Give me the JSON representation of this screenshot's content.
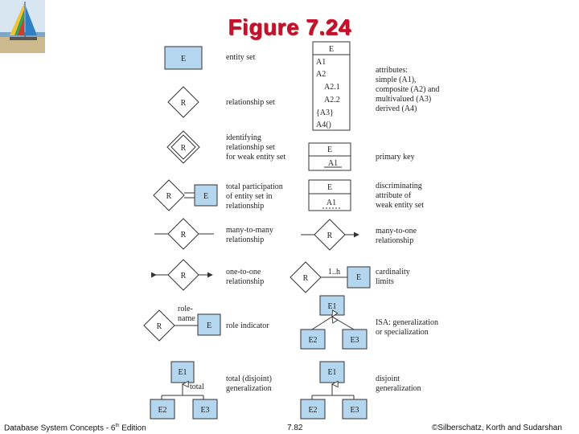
{
  "title": "Figure 7.24",
  "labels": {
    "entity_set": "entity set",
    "relationship_set": "relationship set",
    "identifying_rel": [
      "identifying",
      "relationship set",
      "for weak entity set"
    ],
    "total_participation": [
      "total participation",
      "of entity set in",
      "relationship"
    ],
    "many_to_many": [
      "many-to-many",
      "relationship"
    ],
    "one_to_one": [
      "one-to-one",
      "relationship"
    ],
    "role_indicator": "role indicator",
    "total_disjoint": [
      "total (disjoint)",
      "generalization"
    ],
    "attributes": [
      "attributes:",
      "simple (A1),",
      "composite (A2) and",
      "multivalued (A3)",
      "derived (A4)"
    ],
    "primary_key": "primary key",
    "discriminating": [
      "discriminating",
      "attribute of",
      "weak entity set"
    ],
    "many_to_one": [
      "many-to-one",
      "relationship"
    ],
    "cardinality": [
      "cardinality",
      "limits"
    ],
    "isa": [
      "ISA: generalization",
      "or specialization"
    ],
    "disjoint": [
      "disjoint",
      "generalization"
    ]
  },
  "symbols": {
    "E": "E",
    "R": "R",
    "A1": "A1",
    "A2": "A2",
    "A21": "A2.1",
    "A22": "A2.2",
    "A3": "{A3}",
    "A4": "A4()",
    "E1": "E1",
    "E2": "E2",
    "E3": "E3",
    "role_name": [
      "role-",
      "name"
    ],
    "cardinality_value": "1..h",
    "total": "total"
  },
  "footer": {
    "left": "Database System Concepts - 6",
    "left_sup": "th",
    "left_tail": " Edition",
    "center": "7.82",
    "right": "©Silberschatz, Korth and Sudarshan"
  },
  "colors": {
    "title": "#c8102e",
    "entity_fill": "#b4d6ee",
    "line": "#333333"
  }
}
